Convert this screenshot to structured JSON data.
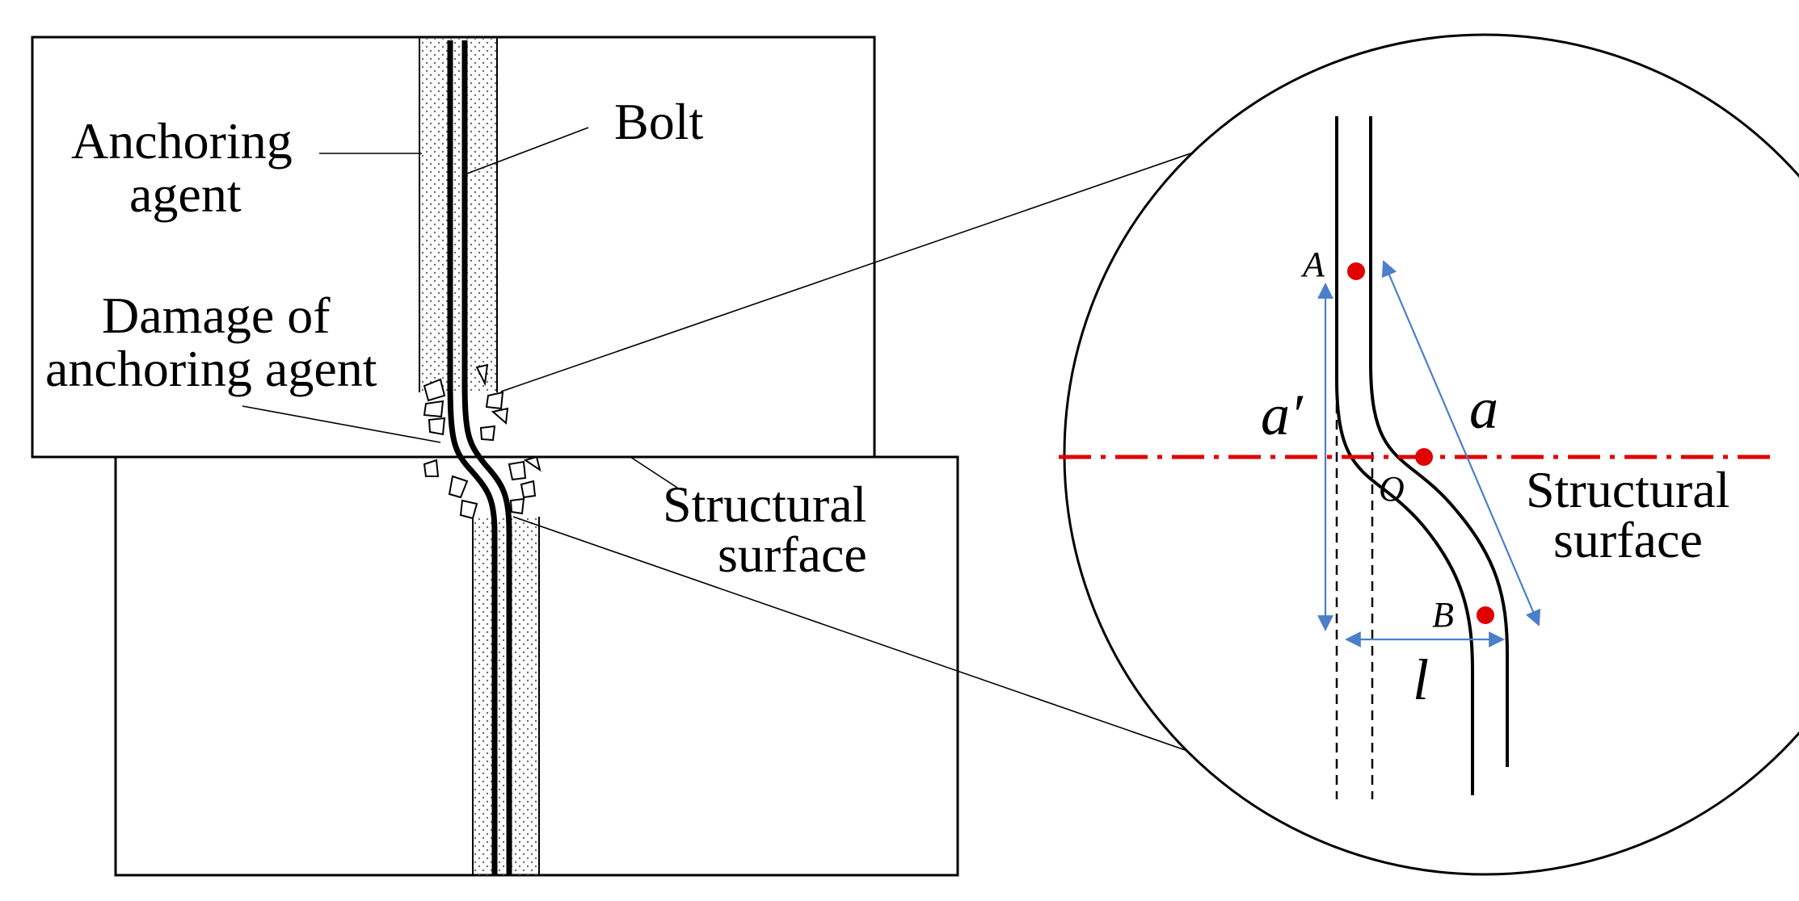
{
  "labels": {
    "bolt": "Bolt",
    "anchoring_agent_line1": "Anchoring",
    "anchoring_agent_line2": "agent",
    "damage_line1": "Damage of",
    "damage_line2": "anchoring agent",
    "structural_surface_left_line1": "Structural",
    "structural_surface_left_line2": "surface",
    "structural_surface_right_line1": "Structural",
    "structural_surface_right_line2": "surface",
    "point_a": "A",
    "point_o": "O",
    "point_b": "B",
    "dim_a": "a",
    "dim_a_prime": "a′",
    "dim_l": "l"
  },
  "colors": {
    "line": "#000000",
    "marker_point": "#e00000",
    "dimension_arrow": "#4a7fc9",
    "structural_surface_line": "#e00000",
    "agent_dots": "#6b6b6b"
  }
}
